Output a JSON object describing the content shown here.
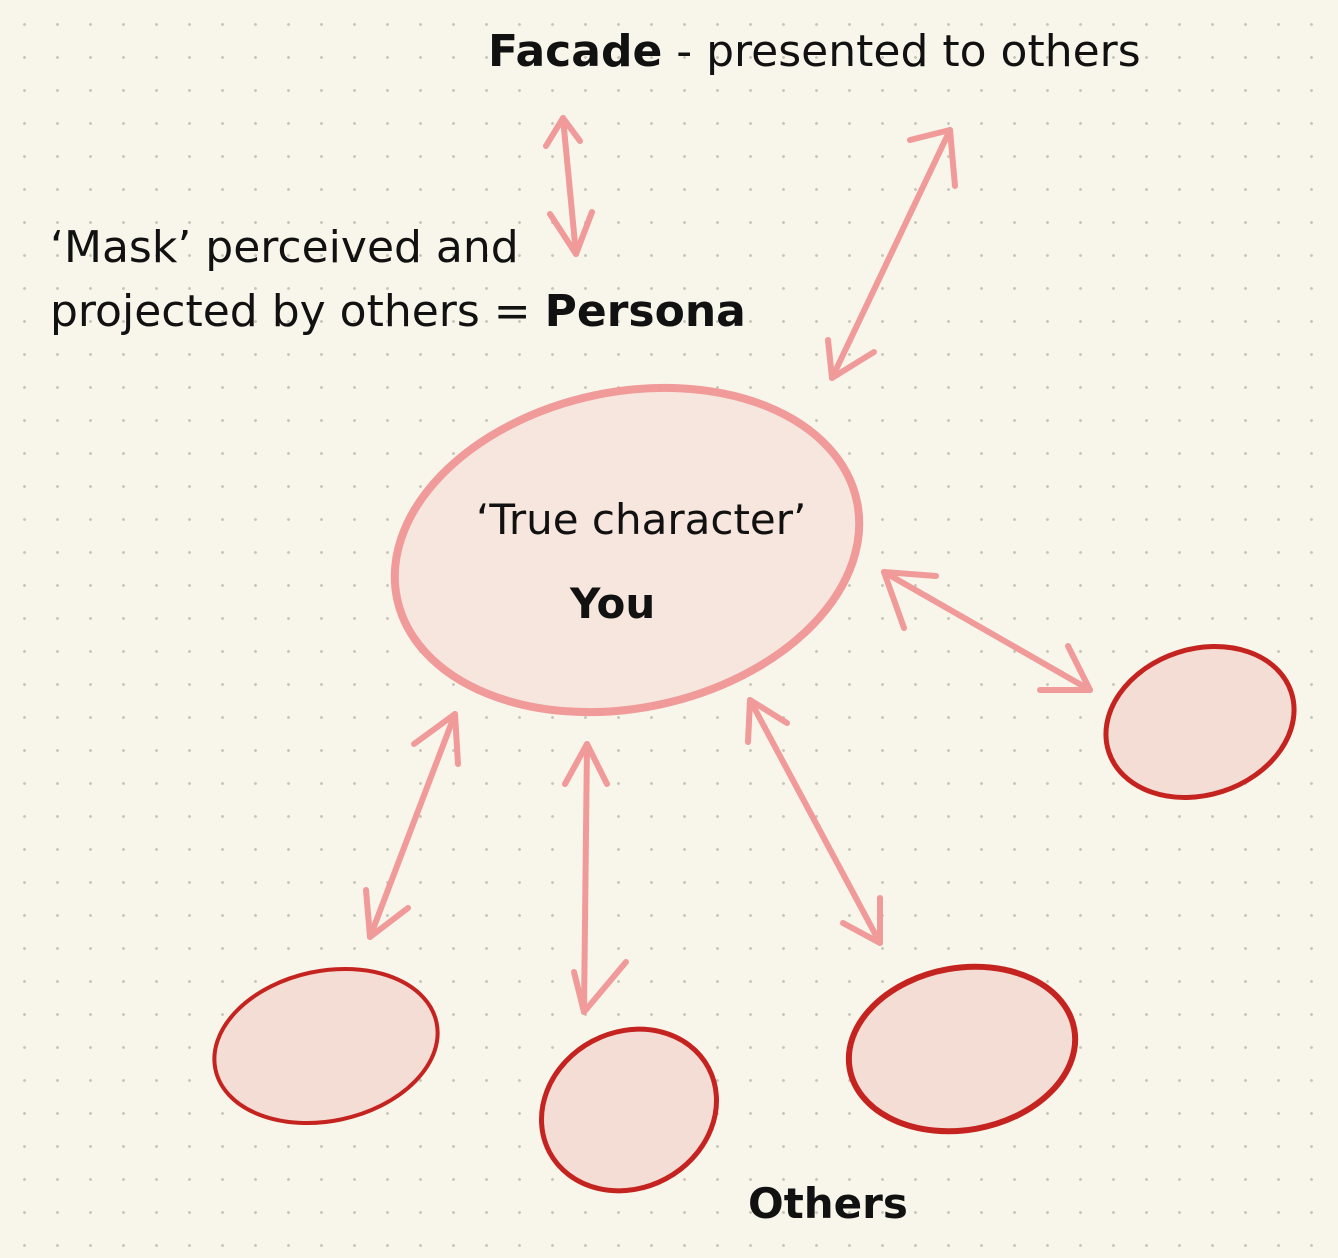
{
  "facade": {
    "title": "Facade",
    "rest": " - presented to others"
  },
  "persona": {
    "line1": "‘Mask’ perceived and",
    "line2": "projected by others = ",
    "keyword": "Persona"
  },
  "self": {
    "caption": "‘True character’",
    "name": "You"
  },
  "others": {
    "label": "Others"
  },
  "colors": {
    "background": "#f8f5ea",
    "arrow": "#f09a9a",
    "self_outline": "#f09a9a",
    "self_fill": "#f6e6dd",
    "other_outline": "#c4231f",
    "other_fill": "#f3ddd5"
  }
}
